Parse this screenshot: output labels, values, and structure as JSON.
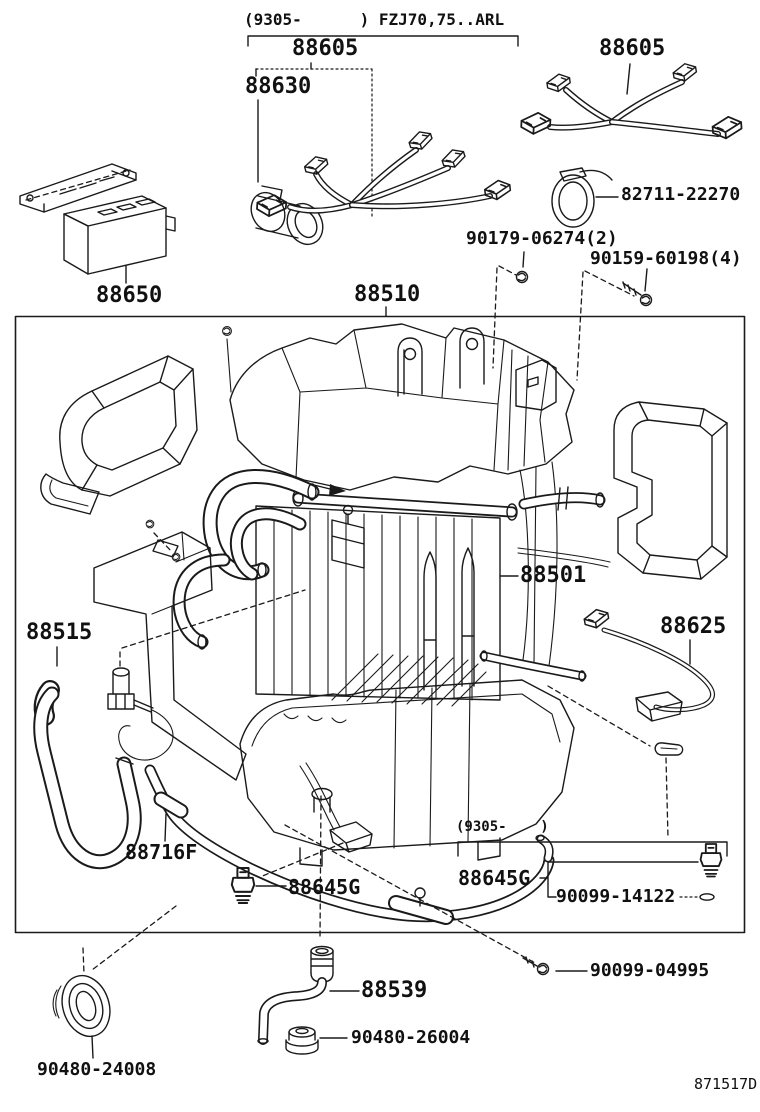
{
  "colors": {
    "ink": "#1a1a1a",
    "paper": "#ffffff"
  },
  "header": {
    "applicability_note": "(9305-      ) FZJ70,75..ARL"
  },
  "footer": {
    "drawing_code": "871517D"
  },
  "late_version_panel": {
    "note": "(9305-    )"
  },
  "labels": {
    "harness_top": "88605",
    "harness_right": "88605",
    "thermistor": "88630",
    "amplifier": "88650",
    "clamp": "82711-22270",
    "screw_washer": "90179-06274(2)",
    "screw_tapping": "90159-60198(4)",
    "cooler_unit": "88510",
    "evaporator": "88501",
    "tube_with_sensor": "88515",
    "wire": "88625",
    "liquid_tube": "88716F",
    "pressure_switch": "88645G",
    "pressure_switch_late": "88645G",
    "oring": "90099-14122",
    "screw_late": "90099-04995",
    "drain_hose": "88539",
    "grommet_drain": "90480-26004",
    "grommet_tube": "90480-24008"
  }
}
